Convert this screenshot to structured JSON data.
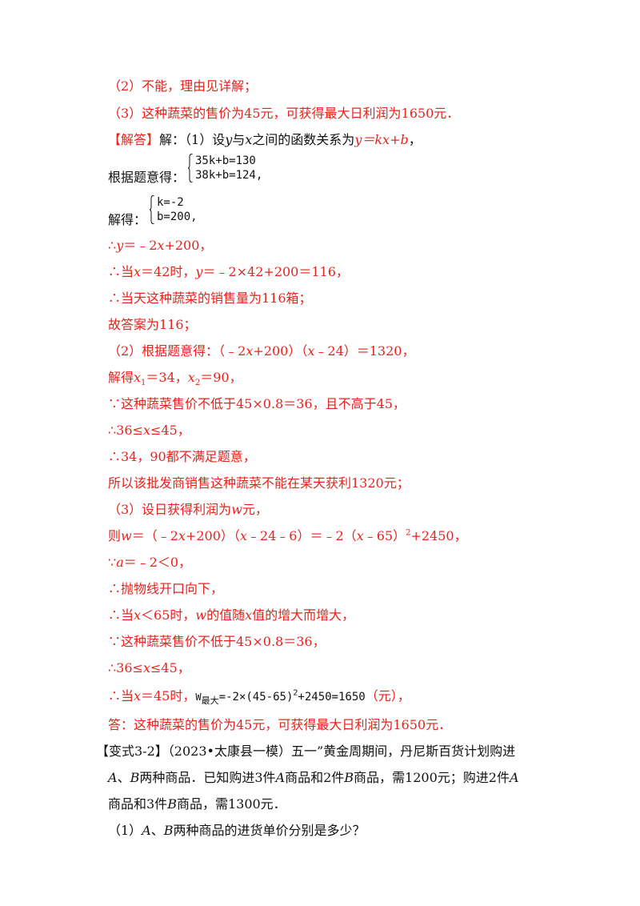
{
  "lines": {
    "l1": "（2）不能，理由见详解；",
    "l2": "（3）这种蔬菜的售价为45元，可获得最大日利润为1650元．",
    "l3_tag": "【解答】",
    "l3_rest_a": "解：（1）设",
    "l3_y": "y",
    "l3_rest_b": "与",
    "l3_x": "x",
    "l3_rest_c": "之间的函数关系为",
    "l3_eq": "y＝kx+b",
    "l3_end": "，",
    "l4_label": "根据题意得：",
    "sys1": [
      "35k+b=130",
      "38k+b=124,"
    ],
    "l5_label": "解得：",
    "sys2": [
      "k=-2",
      "b=200,"
    ],
    "l6_pre": "∴",
    "l6_y": "y",
    "l6_a": "＝﹣2",
    "l6_x": "x",
    "l6_b": "+200，",
    "l7_a": "∴当",
    "l7_x": "x",
    "l7_b": "＝42时，",
    "l7_y": "y",
    "l7_c": "＝﹣2×42+200＝116，",
    "l8": "∴当天这种蔬菜的销售量为116箱；",
    "l9": "故答案为116；",
    "l10_a": "（2）根据题意得：（﹣2",
    "l10_x1": "x",
    "l10_b": "+200）（",
    "l10_x2": "x",
    "l10_c": "﹣24）＝1320，",
    "l11_a": "解得",
    "l11_x1": "x",
    "l11_sub1": "1",
    "l11_b": "＝34，",
    "l11_x2": "x",
    "l11_sub2": "2",
    "l11_c": "＝90，",
    "l12": "∵这种蔬菜售价不低于45×0.8＝36，且不高于45，",
    "l13_a": "∴36≤",
    "l13_x": "x",
    "l13_b": "≤45，",
    "l14": "∴34，90都不满足题意，",
    "l15": "所以该批发商销售这种蔬菜不能在某天获利1320元；",
    "l16_a": "（3）设日获得利润为",
    "l16_w": "w",
    "l16_b": "元，",
    "l17_a": "则",
    "l17_w": "w",
    "l17_b": "＝（﹣2",
    "l17_x1": "x",
    "l17_c": "+200）（",
    "l17_x2": "x",
    "l17_d": "﹣24﹣6）＝﹣2（",
    "l17_x3": "x",
    "l17_e": "﹣65）",
    "l17_sup": "2",
    "l17_f": "+2450，",
    "l18_a": "∵",
    "l18_v": "a",
    "l18_b": "＝﹣2＜0，",
    "l19": "∴抛物线开口向下，",
    "l20_a": "∴当",
    "l20_x": "x",
    "l20_b": "＜65时，",
    "l20_w": "w",
    "l20_c": "的值随",
    "l20_x2": "x",
    "l20_d": "值的增大而增大，",
    "l21": "∵这种蔬菜售价不低于45×0.8＝36，",
    "l22_a": "∴36≤",
    "l22_x": "x",
    "l22_b": "≤45，",
    "l23_a": "∴当",
    "l23_x": "x",
    "l23_b": "＝45时，",
    "l23_w": "W",
    "l23_sub": "最大",
    "l23_c": "=-2×(45-65)",
    "l23_sup": "2",
    "l23_d": "+2450=1650",
    "l23_e": "（元），",
    "l24": "答：这种蔬菜的售价为45元，可获得最大日利润为1650元．",
    "p2_l1_tag": "【变式3-2】",
    "p2_l1_rest": "（2023•太康县一模）五一”黄金周期间，丹尼斯百货计划购进",
    "p2_l2_a": "A",
    "p2_l2_b": "、",
    "p2_l2_c": "B",
    "p2_l2_d": "两种商品．已知购进3件",
    "p2_l2_e": "A",
    "p2_l2_f": "商品和2件",
    "p2_l2_g": "B",
    "p2_l2_h": "商品，需1200元；购进2件",
    "p2_l2_i": "A",
    "p2_l3_a": "商品和3件",
    "p2_l3_b": "B",
    "p2_l3_c": "商品，需1300元．",
    "p2_l4_a": "（1）",
    "p2_l4_b": "A",
    "p2_l4_c": "、",
    "p2_l4_d": "B",
    "p2_l4_e": "两种商品的进货单价分别是多少？"
  }
}
